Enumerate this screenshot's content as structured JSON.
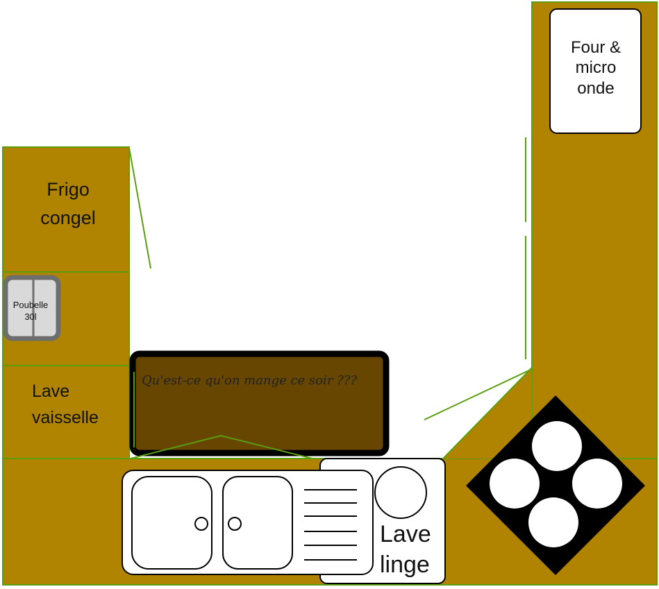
{
  "labels": {
    "oven": [
      "Four &",
      "micro",
      "onde"
    ],
    "fridge": [
      "Frigo",
      "congel"
    ],
    "bin": [
      "Poubelle",
      "30l"
    ],
    "dishwasher": [
      "Lave",
      "vaisselle"
    ],
    "washing_machine": [
      "Lave",
      "linge"
    ]
  },
  "island_message": "Qu'est-ce qu'on mange ce soir ???",
  "colors": {
    "counter": "#b08400",
    "edge": "#5a9e10",
    "island_fill": "#664600",
    "island_border": "#000000",
    "appliance": "#ffffff",
    "bin_frame": "#6e6e6e",
    "bin_fill": "#d9d9d9",
    "hob": "#000000",
    "burner": "#ffffff"
  },
  "icons": {
    "sink": "double-sink-icon",
    "hob": "hob-icon",
    "bin": "bin-icon"
  }
}
